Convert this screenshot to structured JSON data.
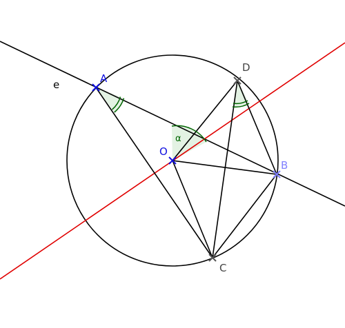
{
  "labels": {
    "line_e": "e",
    "point_A": "A",
    "point_B": "B",
    "point_C": "C",
    "point_D": "D",
    "point_O": "O",
    "angle_alpha": "α"
  },
  "colors": {
    "black": "#000000",
    "red": "#e00000",
    "point_blue": "#1010e0",
    "point_light_blue": "#8080ff",
    "point_gray": "#555555",
    "angle_green": "#006400",
    "angle_fill": "#e3f2e3"
  }
}
